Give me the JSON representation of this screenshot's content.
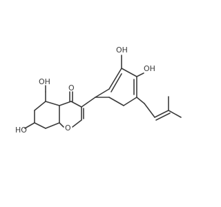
{
  "molecule": {
    "atoms": {
      "oh_top_left": "OH",
      "oh_top_right": "OH",
      "oh_left_upper": "OH",
      "ketone_o": "O",
      "ring_o": "O",
      "oh_left_lower": "HO"
    }
  }
}
